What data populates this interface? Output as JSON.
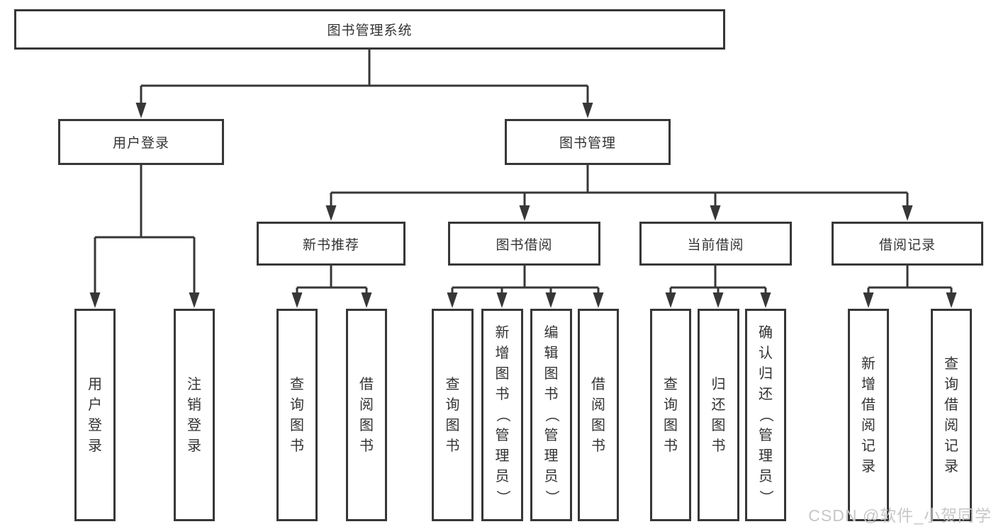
{
  "colors": {
    "line": "#373737",
    "text": "#333333",
    "watermark": "#c7c7c7",
    "background": "#ffffff"
  },
  "tree": {
    "root": {
      "label": "图书管理系统",
      "children": [
        {
          "label": "用户登录",
          "children": [
            {
              "label": "用户登录"
            },
            {
              "label": "注销登录"
            }
          ]
        },
        {
          "label": "图书管理",
          "children": [
            {
              "label": "新书推荐",
              "children": [
                {
                  "label": "查询图书"
                },
                {
                  "label": "借阅图书"
                }
              ]
            },
            {
              "label": "图书借阅",
              "children": [
                {
                  "label": "查询图书"
                },
                {
                  "label": "新增图书（管理员）"
                },
                {
                  "label": "编辑图书（管理员）"
                },
                {
                  "label": "借阅图书"
                }
              ]
            },
            {
              "label": "当前借阅",
              "children": [
                {
                  "label": "查询图书"
                },
                {
                  "label": "归还图书"
                },
                {
                  "label": "确认归还（管理员）"
                }
              ]
            },
            {
              "label": "借阅记录",
              "children": [
                {
                  "label": "新增借阅记录"
                },
                {
                  "label": "查询借阅记录"
                }
              ]
            }
          ]
        }
      ]
    }
  },
  "watermark": {
    "text": "CSDN @软件_小贺同学"
  }
}
